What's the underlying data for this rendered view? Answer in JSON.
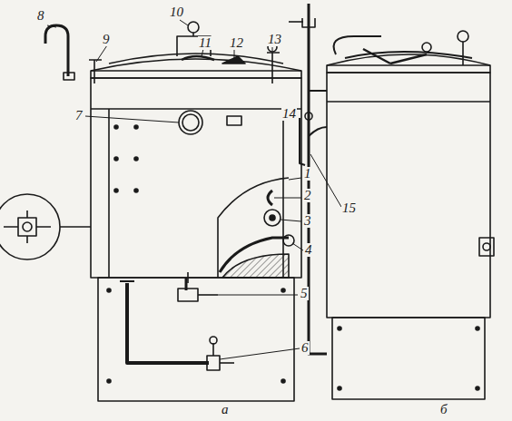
{
  "diagram": {
    "labels": [
      "1",
      "2",
      "3",
      "4",
      "5",
      "6",
      "7",
      "8",
      "9",
      "10",
      "11",
      "12",
      "13",
      "14",
      "15",
      "а",
      "б"
    ]
  }
}
